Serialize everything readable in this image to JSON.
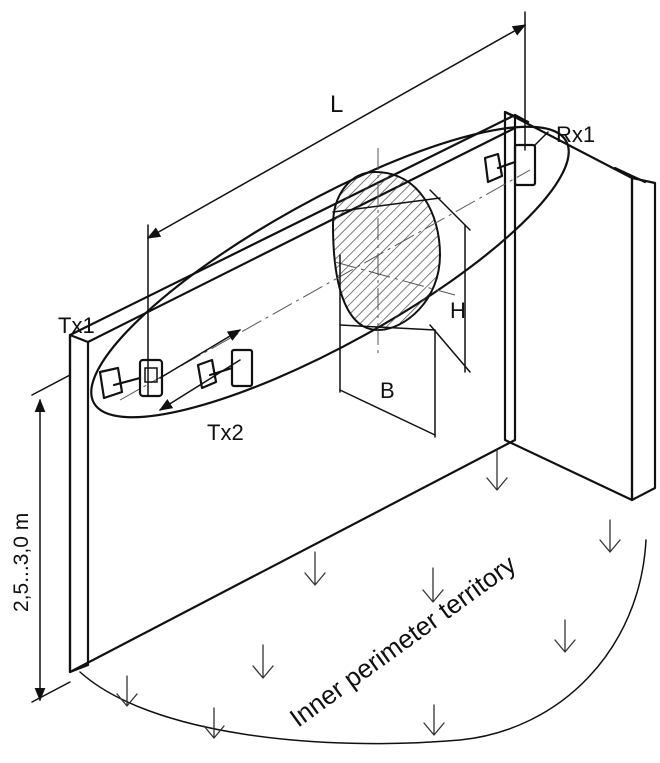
{
  "labels": {
    "length": "L",
    "receiver": "Rx1",
    "transmitter1": "Tx1",
    "transmitter2": "Tx2",
    "height": "H",
    "width": "B",
    "mount_height": "2,5...3,0 m",
    "territory": "Inner perimeter territory"
  },
  "colors": {
    "line": "#111111",
    "hatch": "#444444",
    "background": "#ffffff"
  }
}
